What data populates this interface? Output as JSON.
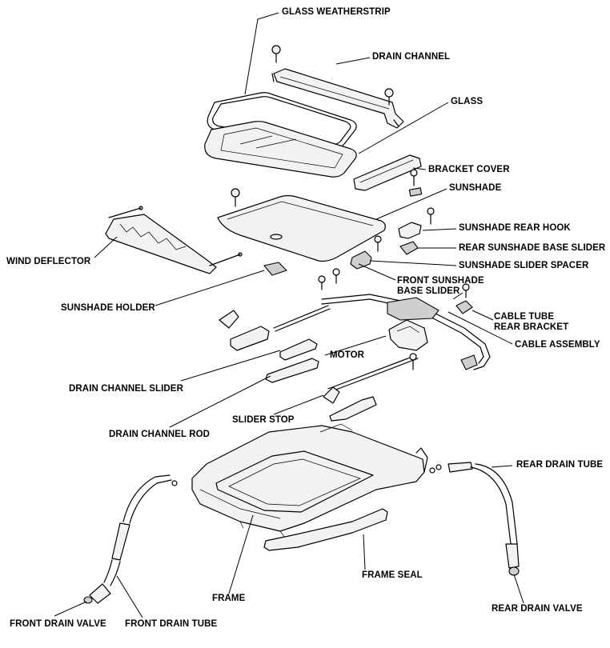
{
  "labels": {
    "glass_weatherstrip": "GLASS WEATHERSTRIP",
    "drain_channel": "DRAIN CHANNEL",
    "glass": "GLASS",
    "bracket_cover": "BRACKET COVER",
    "sunshade": "SUNSHADE",
    "sunshade_rear_hook": "SUNSHADE REAR HOOK",
    "rear_sunshade_base_slider": "REAR SUNSHADE BASE SLIDER",
    "sunshade_slider_spacer": "SUNSHADE SLIDER SPACER",
    "front_sunshade_base_slider_1": "FRONT SUNSHADE",
    "front_sunshade_base_slider_2": "BASE SLIDER",
    "wind_deflector": "WIND DEFLECTOR",
    "sunshade_holder": "SUNSHADE HOLDER",
    "cable_tube_rear_bracket_1": "CABLE TUBE",
    "cable_tube_rear_bracket_2": "REAR BRACKET",
    "cable_assembly": "CABLE ASSEMBLY",
    "motor": "MOTOR",
    "drain_channel_slider": "DRAIN CHANNEL SLIDER",
    "slider_stop": "SLIDER STOP",
    "drain_channel_rod": "DRAIN CHANNEL ROD",
    "rear_drain_tube": "REAR DRAIN TUBE",
    "frame_seal": "FRAME SEAL",
    "frame": "FRAME",
    "rear_drain_valve": "REAR DRAIN VALVE",
    "front_drain_valve": "FRONT DRAIN VALVE",
    "front_drain_tube": "FRONT DRAIN TUBE"
  }
}
